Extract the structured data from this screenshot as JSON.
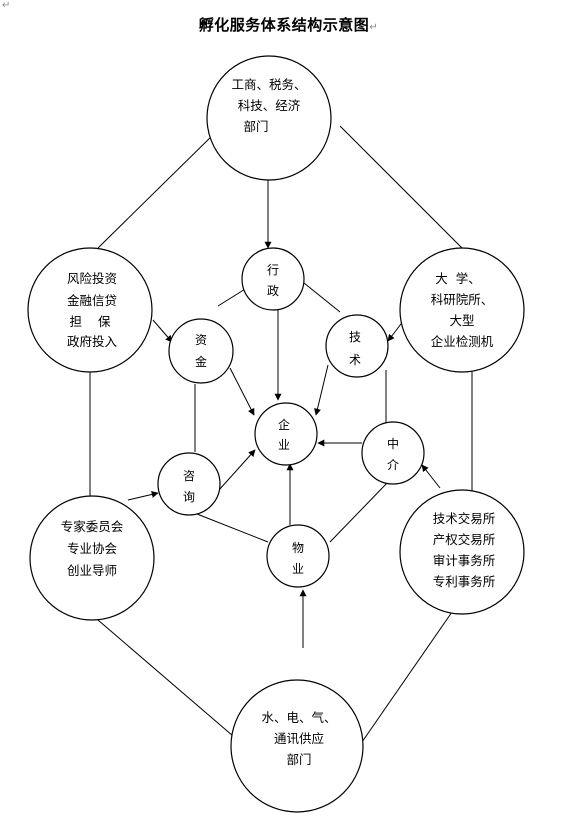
{
  "title": "孵化服务体系结构示意图",
  "paragraph_mark": "↵",
  "nodes": {
    "gov_depts": {
      "lines": [
        "工商、税务、",
        "科技、经济",
        "部门"
      ]
    },
    "finance": {
      "lines": [
        "风险投资",
        "金融信贷",
        "担    保",
        "政府投入"
      ]
    },
    "university": {
      "lines": [
        "大  学、",
        "科研院所、",
        "大型",
        "企业检测机"
      ]
    },
    "expert": {
      "lines": [
        "专家委员会",
        "专业协会",
        "创业导师"
      ]
    },
    "exchange": {
      "lines": [
        "技术交易所",
        "产权交易所",
        "审计事务所",
        "专利事务所"
      ]
    },
    "utilities": {
      "lines": [
        "水、电、气、",
        "通讯供应",
        "部门"
      ]
    },
    "admin": {
      "lines": [
        "行",
        "政"
      ]
    },
    "capital": {
      "lines": [
        "资",
        "金"
      ]
    },
    "tech": {
      "lines": [
        "技",
        "术"
      ]
    },
    "enterprise": {
      "lines": [
        "企",
        "业"
      ]
    },
    "intermediary": {
      "lines": [
        "中",
        "介"
      ]
    },
    "consulting": {
      "lines": [
        "咨",
        "询"
      ]
    },
    "property": {
      "lines": [
        "物",
        "业"
      ]
    }
  }
}
